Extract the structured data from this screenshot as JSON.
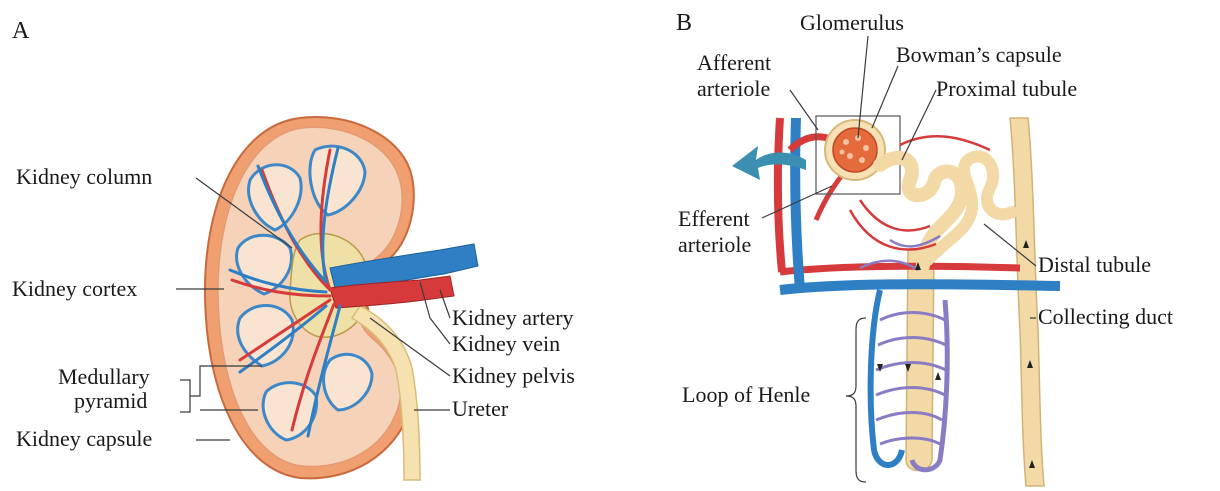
{
  "panels": {
    "a": {
      "letter": "A",
      "labels": {
        "kidney_column": "Kidney column",
        "kidney_cortex": "Kidney cortex",
        "medullary_line1": "Medullary",
        "medullary_line2": "pyramid",
        "kidney_capsule": "Kidney capsule",
        "kidney_artery": "Kidney artery",
        "kidney_vein": "Kidney vein",
        "kidney_pelvis": "Kidney pelvis",
        "ureter": "Ureter"
      }
    },
    "b": {
      "letter": "B",
      "labels": {
        "glomerulus": "Glomerulus",
        "bowmans_capsule": "Bowman’s capsule",
        "afferent_line1": "Afferent",
        "afferent_line2": "arteriole",
        "proximal_tubule": "Proximal tubule",
        "efferent_line1": "Efferent",
        "efferent_line2": "arteriole",
        "distal_tubule": "Distal tubule",
        "collecting_duct": "Collecting duct",
        "loop_of_henle": "Loop of Henle"
      }
    }
  },
  "colors": {
    "artery": "#d63a3a",
    "vein": "#2e7fc4",
    "tubule": "#f3d9a6",
    "cortex": "#f2c7a8",
    "capsule": "#e88a5a",
    "flow_arrow": "#3b8fb0"
  }
}
